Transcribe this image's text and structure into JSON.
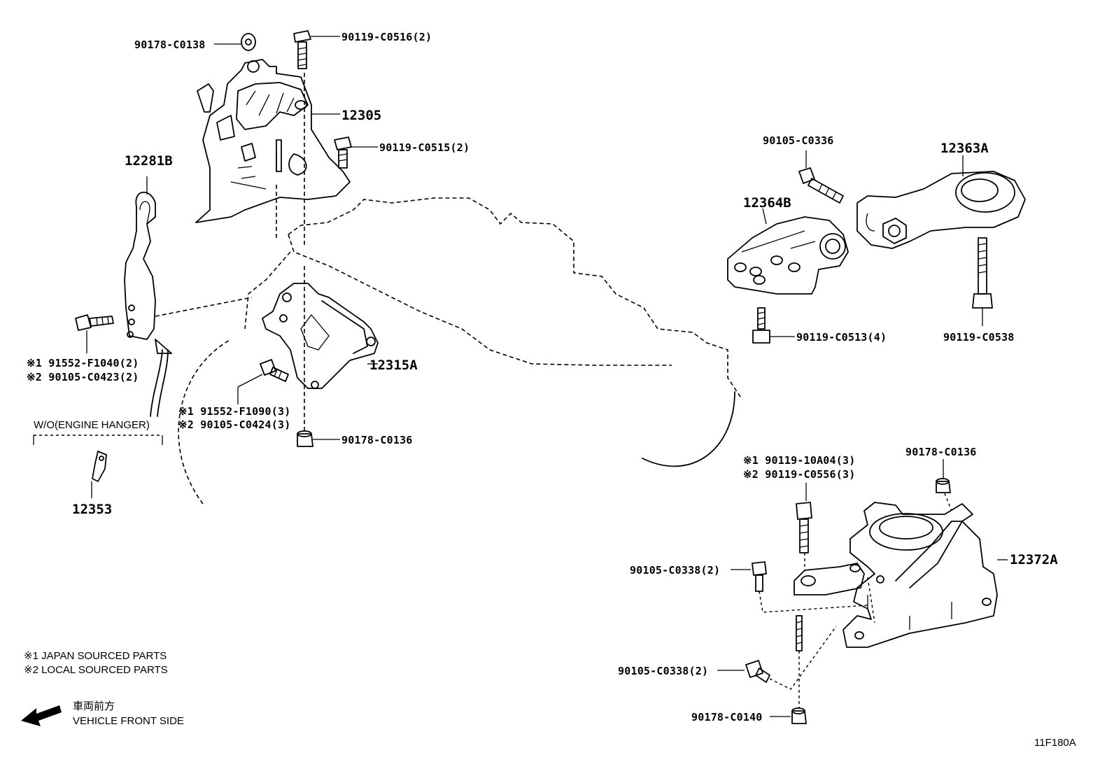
{
  "parts": {
    "p12305": "12305",
    "p12281B": "12281B",
    "p12315A": "12315A",
    "p12353": "12353",
    "p12364B": "12364B",
    "p12363A": "12363A",
    "p12372A": "12372A"
  },
  "refs": {
    "r90178_C0138": "90178-C0138",
    "r90119_C0516": "90119-C0516(2)",
    "r90119_C0515": "90119-C0515(2)",
    "r91552_F1040": "※1 91552-F1040(2)",
    "r90105_C0423": "※2 90105-C0423(2)",
    "r91552_F1090": "※1 91552-F1090(3)",
    "r90105_C0424": "※2 90105-C0424(3)",
    "r90178_C0136a": "90178-C0136",
    "r90105_C0336": "90105-C0336",
    "r90119_C0513": "90119-C0513(4)",
    "r90119_C0538": "90119-C0538",
    "r90119_10A04": "※1 90119-10A04(3)",
    "r90119_C0556": "※2 90119-C0556(3)",
    "r90178_C0136b": "90178-C0136",
    "r90105_C0338a": "90105-C0338(2)",
    "r90105_C0338b": "90105-C0338(2)",
    "r90178_C0140": "90178-C0140"
  },
  "wo_label": "W/O(ENGINE HANGER)",
  "legend": {
    "note1": "※1  JAPAN SOURCED PARTS",
    "note2": "※2  LOCAL SOURCED PARTS"
  },
  "direction": {
    "jp": "車両前方",
    "en": "VEHICLE FRONT SIDE"
  },
  "figure_code": "11F180A"
}
